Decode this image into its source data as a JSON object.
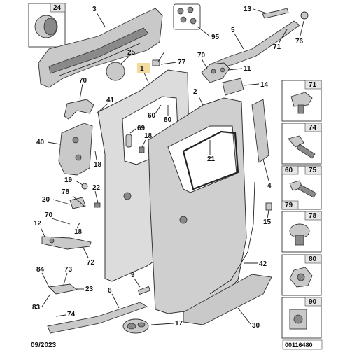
{
  "diagram": {
    "callouts": {
      "c1": "1",
      "c2": "2",
      "c3": "3",
      "c4": "4",
      "c5": "5",
      "c6": "6",
      "c9": "9",
      "c11": "11",
      "c12": "12",
      "c13": "13",
      "c14": "14",
      "c15": "15",
      "c17": "17",
      "c18a": "18",
      "c18b": "18",
      "c18c": "18",
      "c19": "19",
      "c20": "20",
      "c21": "21",
      "c22": "22",
      "c23": "23",
      "c24": "24",
      "c25": "25",
      "c30": "30",
      "c40": "40",
      "c41": "41",
      "c42": "42",
      "c60": "60",
      "c69": "69",
      "c70a": "70",
      "c70b": "70",
      "c70c": "70",
      "c71": "71",
      "c72": "72",
      "c73": "73",
      "c74": "74",
      "c76": "76",
      "c77": "77",
      "c78": "78",
      "c80": "80",
      "c83": "83",
      "c84": "84",
      "c95": "95"
    },
    "inset_boxes": {
      "b24": "24",
      "b71": "71",
      "b74": "74",
      "b60": "60",
      "b75": "75",
      "b79": "79",
      "b78": "78",
      "b80": "80",
      "b90": "90"
    },
    "footer": {
      "date": "09/2023",
      "ref": "00116480"
    },
    "highlight_color": "#f3dba0"
  }
}
